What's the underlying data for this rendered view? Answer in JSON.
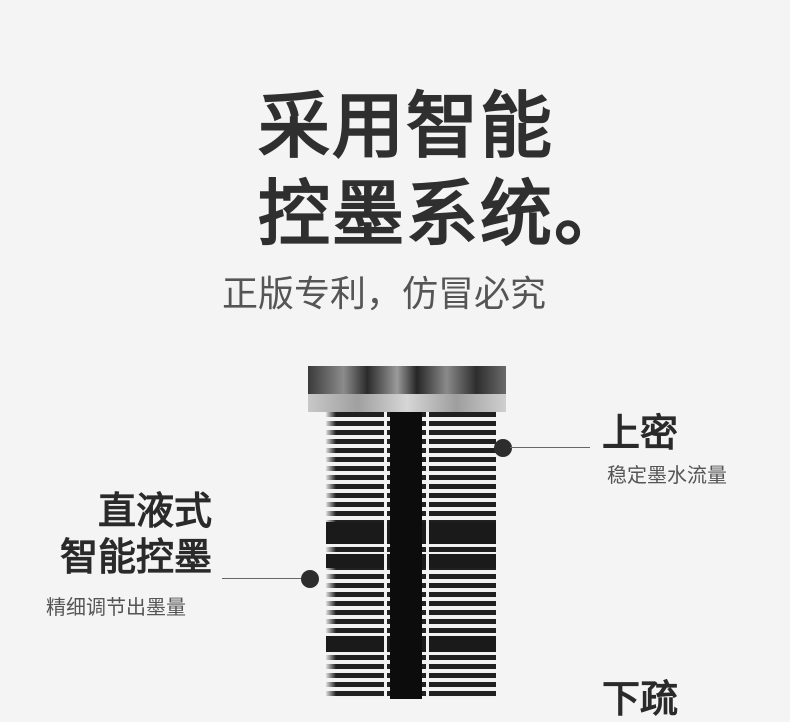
{
  "headline": {
    "line1": "采用智能",
    "line2": "控墨系统。"
  },
  "subline": "正版专利，仿冒必究",
  "callouts": {
    "upper": {
      "title": "上密",
      "desc": "稳定墨水流量"
    },
    "left": {
      "title_line1": "直液式",
      "title_line2": "智能控墨",
      "desc": "精细调节出墨量"
    },
    "lower": {
      "title": "下疏"
    }
  },
  "colors": {
    "background": "#f4f4f4",
    "text_dark": "#2d2d2d",
    "text_muted": "#555555"
  }
}
